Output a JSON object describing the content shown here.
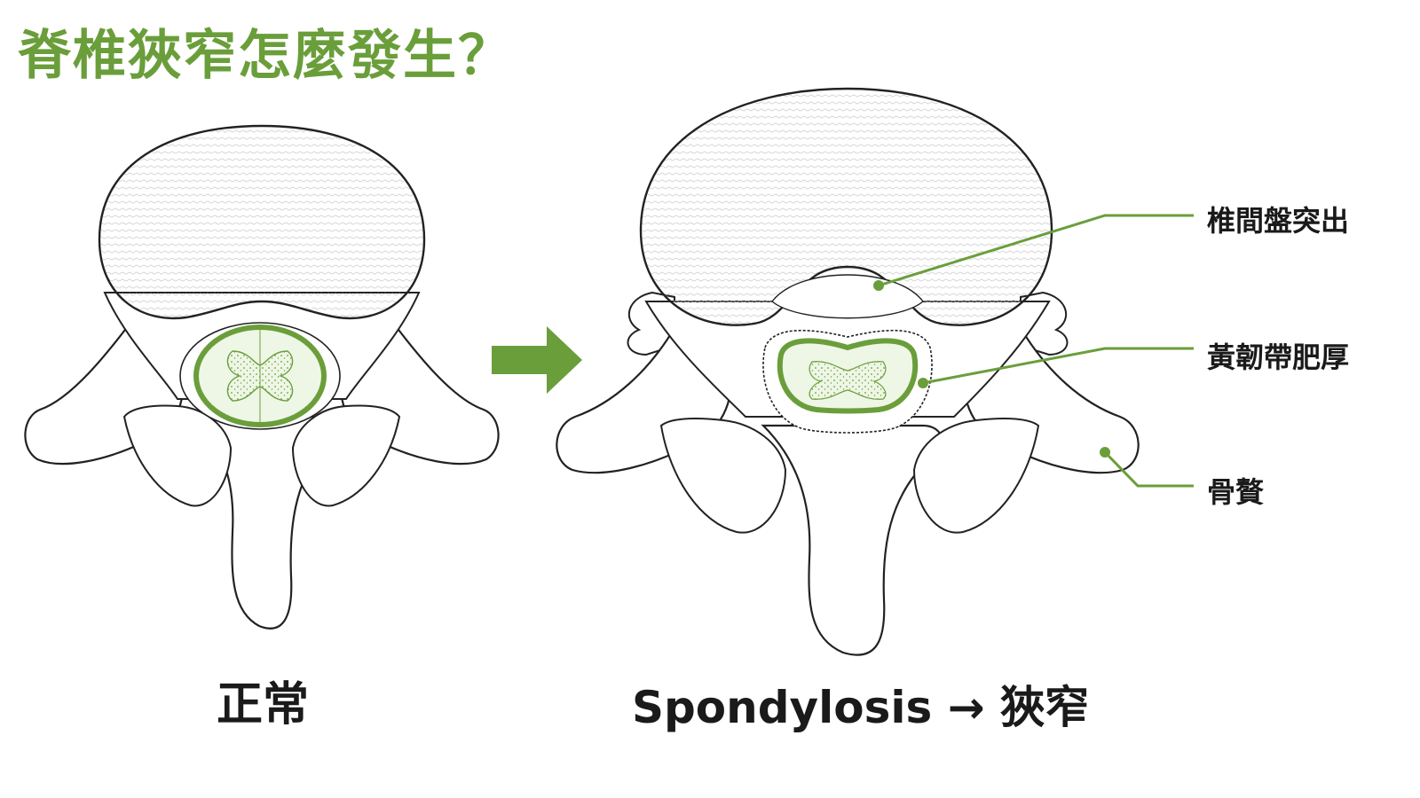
{
  "title": "脊椎狹窄怎麼發生？",
  "colors": {
    "accent": "#6a9e3a",
    "accent_fill": "#eef6e6",
    "ink": "#1a1a1a",
    "bone_fill": "#ffffff",
    "bone_line": "#222222"
  },
  "captions": {
    "normal": "正常",
    "stenosis": "Spondylosis → 狹窄"
  },
  "labels": {
    "disc_herniation": "椎間盤突出",
    "ligamentum_thickening": "黃韌帶肥厚",
    "osteophyte": "骨贅"
  },
  "icons": {
    "transition_arrow": "right-arrow-icon"
  }
}
